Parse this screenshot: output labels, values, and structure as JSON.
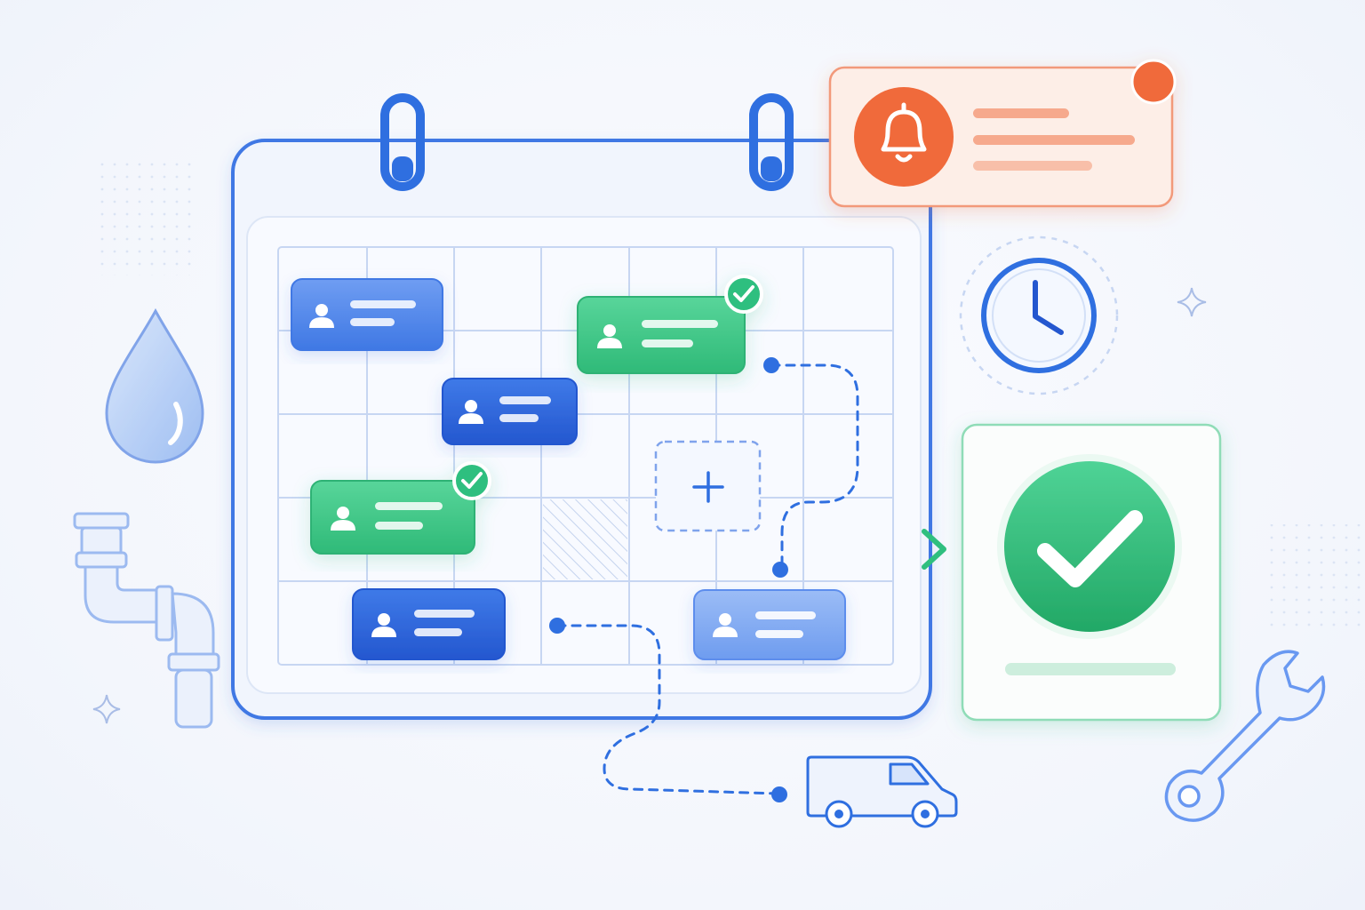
{
  "scene": {
    "appointments": [
      {
        "status": "scheduled"
      },
      {
        "status": "confirmed"
      },
      {
        "status": "scheduled"
      },
      {
        "status": "confirmed"
      },
      {
        "status": "scheduled"
      },
      {
        "status": "scheduled"
      }
    ],
    "icons": [
      "calendar-icon",
      "bell-icon",
      "clock-icon",
      "check-icon",
      "water-drop-icon",
      "pipe-icon",
      "van-icon",
      "wrench-icon",
      "plus-icon",
      "sparkle-icon"
    ],
    "colors": {
      "primary": "#2f6fe0",
      "primary_light": "#5b8ff0",
      "success": "#2fbf7f",
      "alert": "#f06a3a",
      "grid": "#c7d6f2"
    }
  }
}
